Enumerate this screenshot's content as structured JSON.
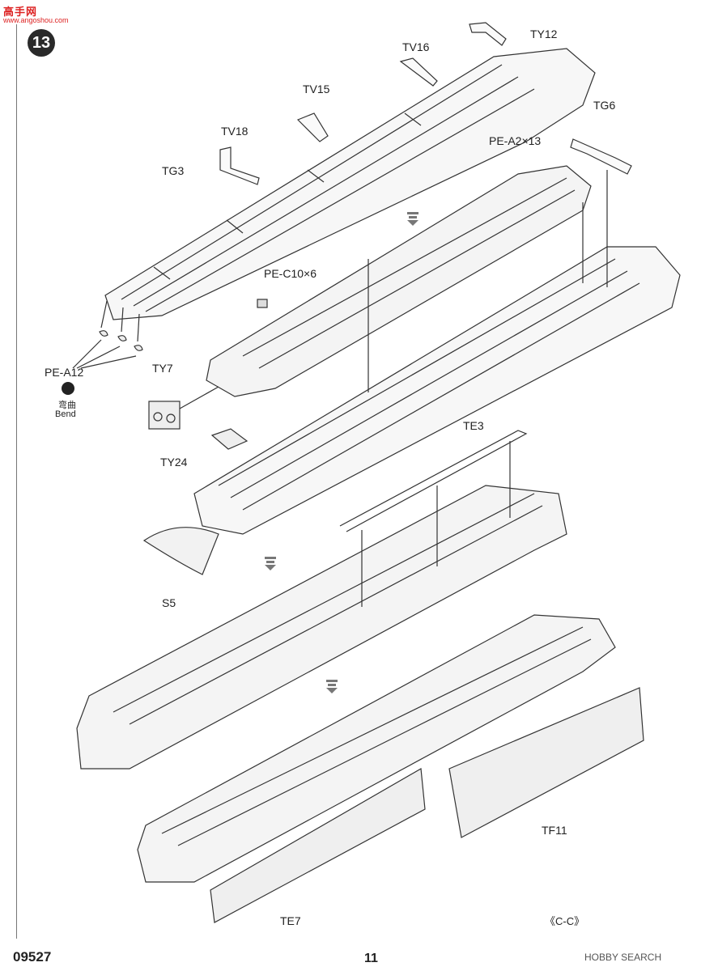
{
  "watermark": {
    "logo_text": "高手网",
    "url": "www.angoshou.com"
  },
  "step_number": "13",
  "parts": {
    "ty12": "TY12",
    "tv16": "TV16",
    "tv15": "TV15",
    "tv18": "TV18",
    "tg6": "TG6",
    "tg3": "TG3",
    "pe_a2": "PE-A2×13",
    "pe_c10": "PE-C10×6",
    "pe_a12": "PE-A12",
    "ty7": "TY7",
    "ty24": "TY24",
    "te3": "TE3",
    "s5": "S5",
    "tf11": "TF11",
    "te7": "TE7"
  },
  "bend": {
    "cn": "弯曲",
    "en": "Bend"
  },
  "section_label": "《C-C》",
  "footer": {
    "code": "09527",
    "page": "11",
    "source": "HOBBY SEARCH"
  }
}
